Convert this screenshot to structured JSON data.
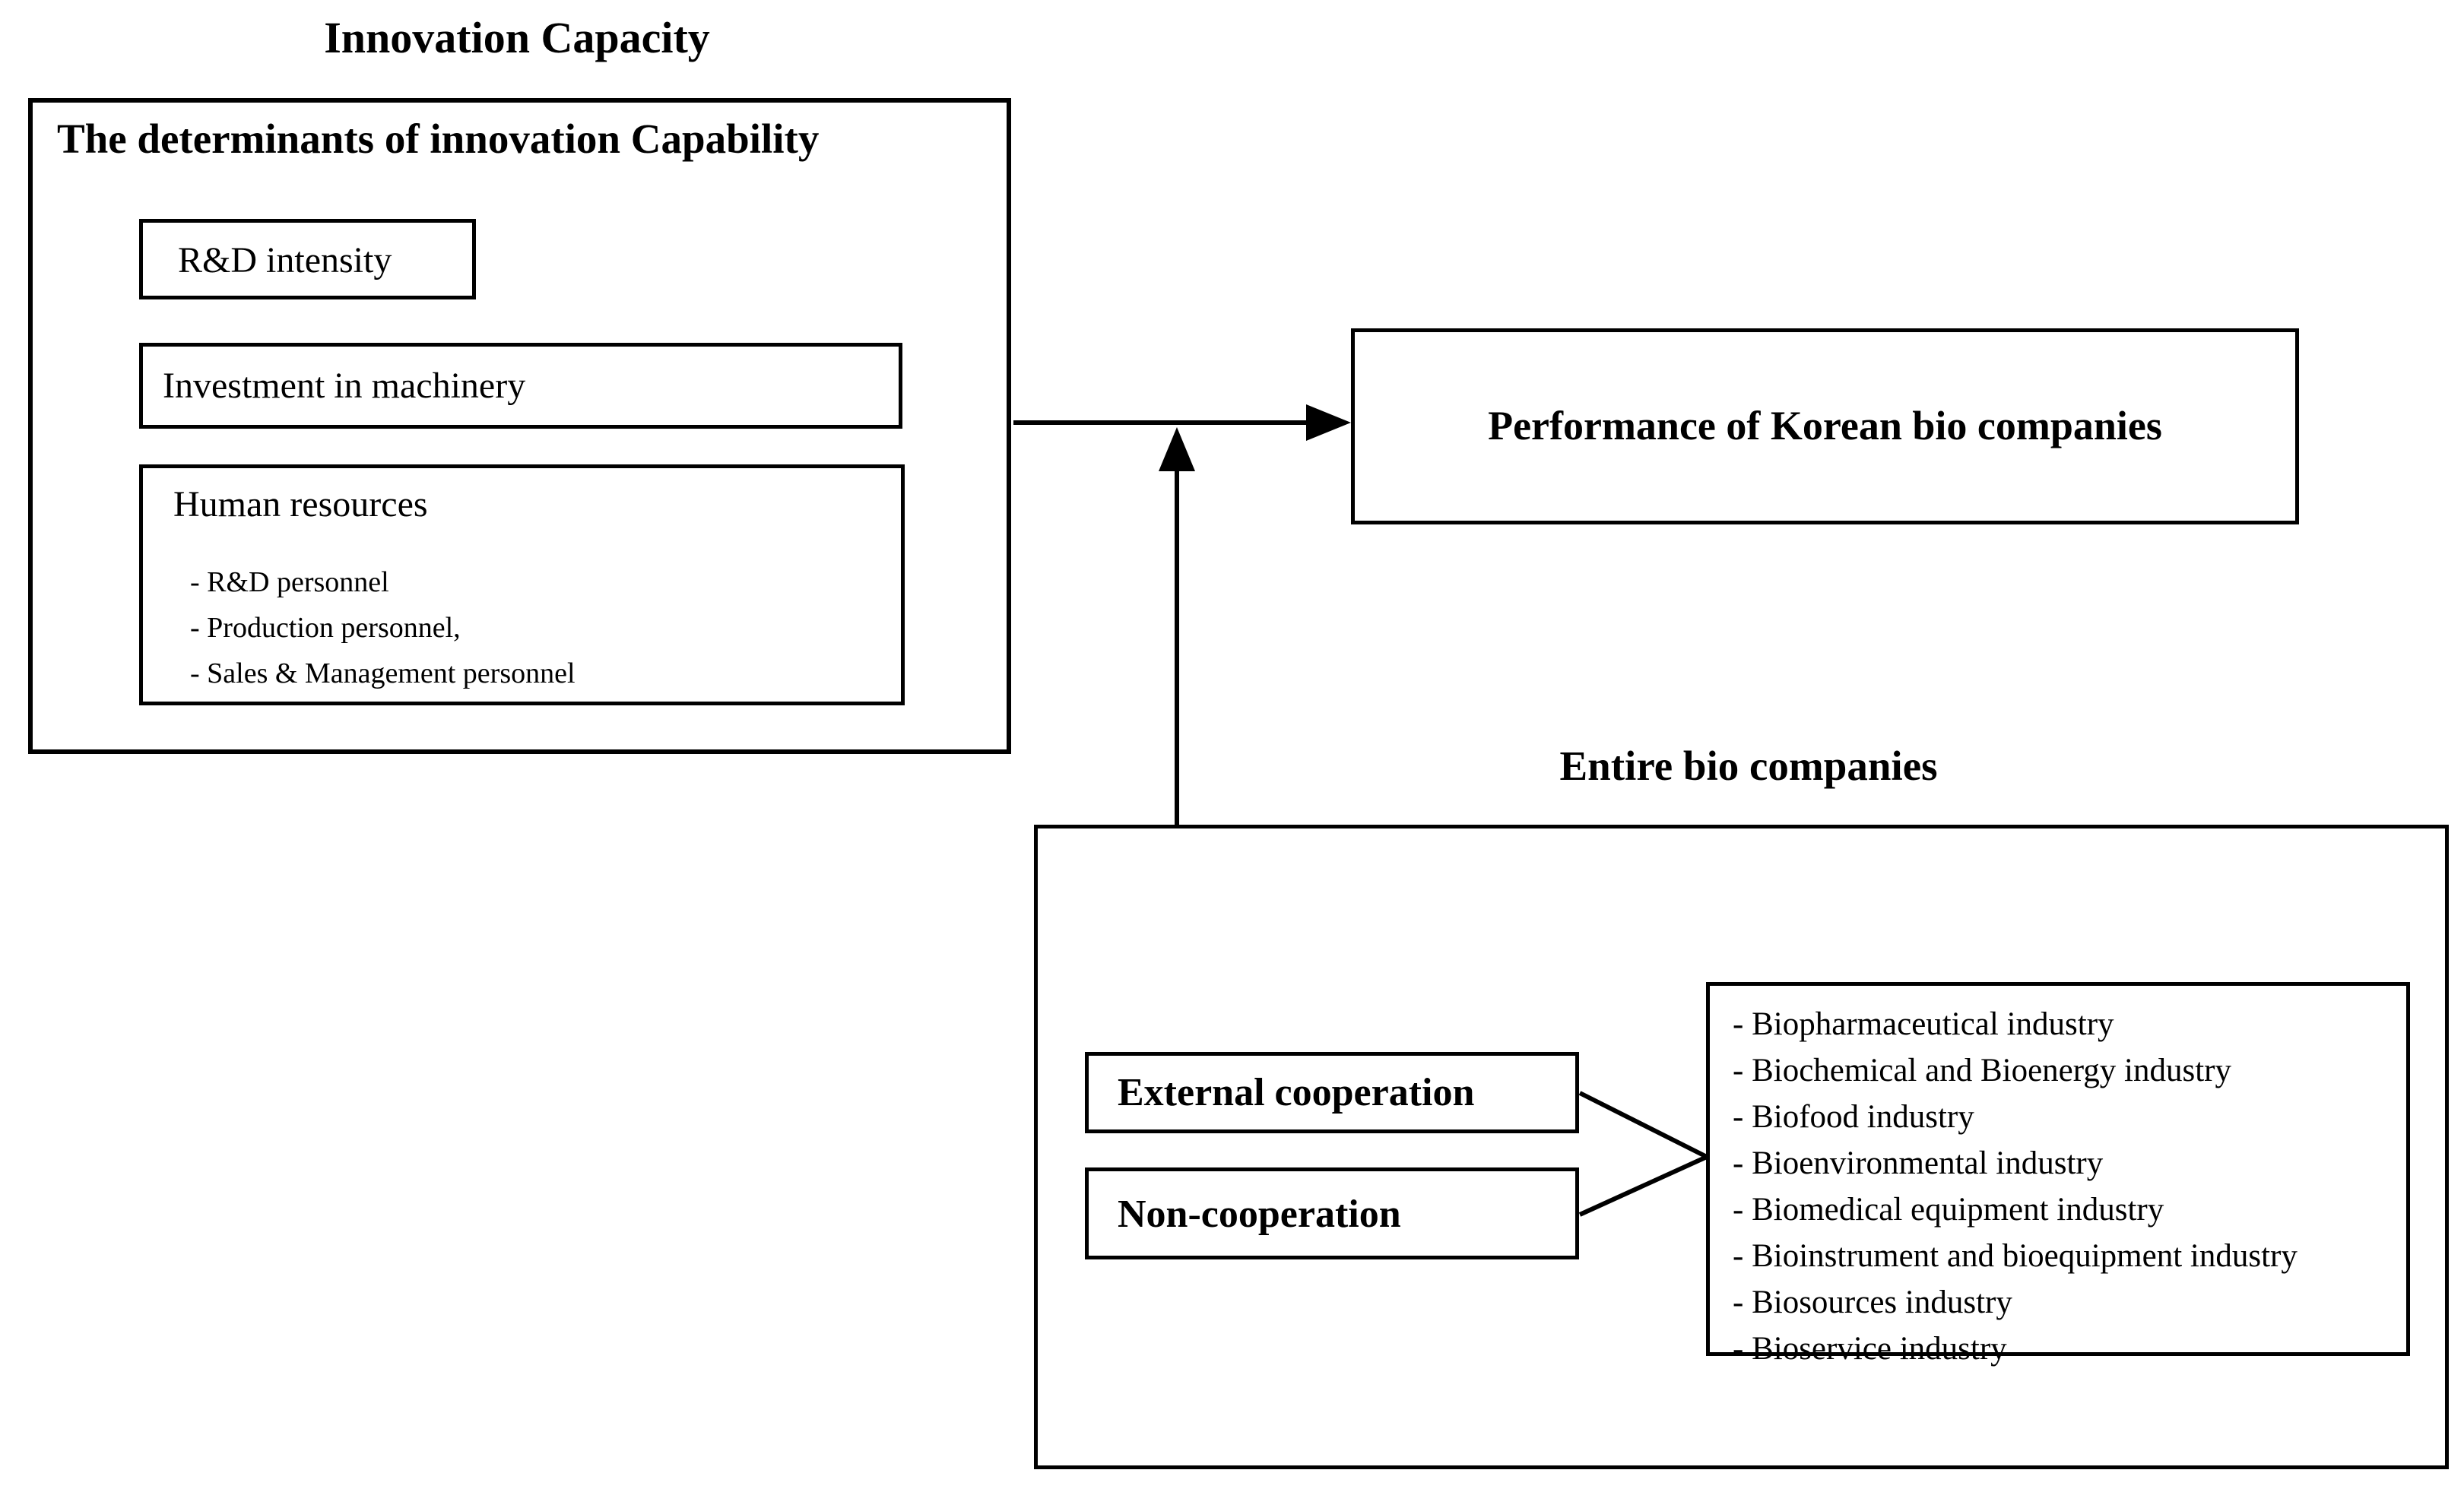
{
  "diagram": {
    "innovation_capacity_title": "Innovation Capacity",
    "determinants": {
      "title": "The determinants of innovation Capability",
      "rd_intensity_label": "R&D intensity",
      "investment_label": "Investment in machinery",
      "human_resources": {
        "title": "Human resources",
        "items": [
          "- R&D personnel",
          "- Production personnel,",
          "- Sales & Management personnel"
        ]
      }
    },
    "performance_label": "Performance of Korean bio companies",
    "entire_bio": {
      "title": "Entire bio companies",
      "cooperation": [
        "External cooperation",
        "Non-cooperation"
      ],
      "industries": [
        "- Biopharmaceutical industry",
        "- Biochemical and Bioenergy industry",
        "- Biofood industry",
        "- Bioenvironmental industry",
        "- Biomedical equipment industry",
        "- Bioinstrument and bioequipment industry",
        "- Biosources industry",
        "- Bioservice industry"
      ]
    },
    "colors": {
      "line": "#000000",
      "background": "#ffffff",
      "text": "#000000"
    }
  }
}
